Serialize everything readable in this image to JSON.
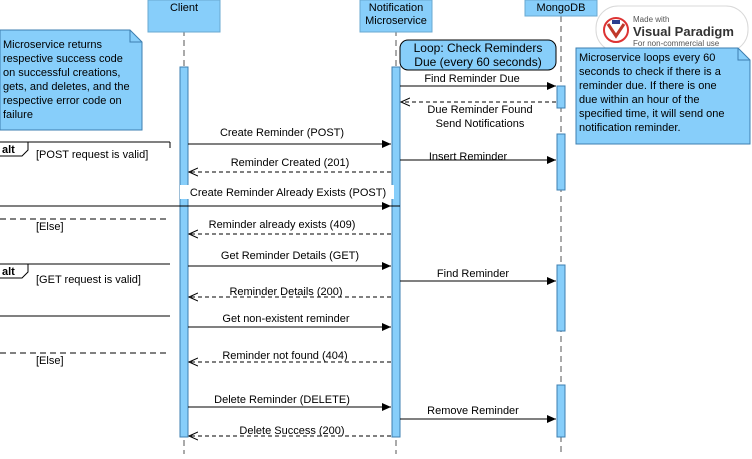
{
  "participants": {
    "client": "Client",
    "notification_line1": "Notification",
    "notification_line2": "Microservice",
    "mongodb": "MongoDB"
  },
  "watermark": {
    "made_with": "Made with",
    "brand": "Visual Paradigm",
    "license": "For non-commercial use"
  },
  "notes": {
    "left": [
      "Microservice returns",
      "respective success code",
      "on successful creations,",
      "gets, and deletes, and the",
      "respective error code on",
      "failure"
    ],
    "right": [
      "Microservice loops every 60",
      "seconds to check if there is a",
      "reminder due. If there is one",
      "due within an hour of the",
      "specified time, it will send one",
      "notification reminder."
    ]
  },
  "loop": {
    "line1": "Loop: Check Reminders",
    "line2": "Due (every 60 seconds)"
  },
  "messages": {
    "find_due": "Find Reminder Due",
    "due_found_line1": "Due Reminder Found",
    "due_found_line2": "Send Notifications",
    "create_post": "Create Reminder (POST)",
    "insert": "Insert Reminder",
    "created_201": "Reminder Created (201)",
    "create_exists": "Create Reminder Already Exists (POST)",
    "exists_409": "Reminder already exists (409)",
    "get_details": "Get Reminder Details (GET)",
    "find": "Find Reminder",
    "details_200": "Reminder Details (200)",
    "get_nonexistent": "Get non-existent reminder",
    "not_found_404": "Reminder not found (404)",
    "delete": "Delete Reminder (DELETE)",
    "remove": "Remove Reminder",
    "delete_200": "Delete Success (200)"
  },
  "fragments": {
    "alt1_tag": "alt",
    "alt1_guard": "[POST request is valid]",
    "alt1_else": "[Else]",
    "alt2_tag": "alt",
    "alt2_guard": "[GET request is valid]",
    "alt2_else": "[Else]"
  }
}
